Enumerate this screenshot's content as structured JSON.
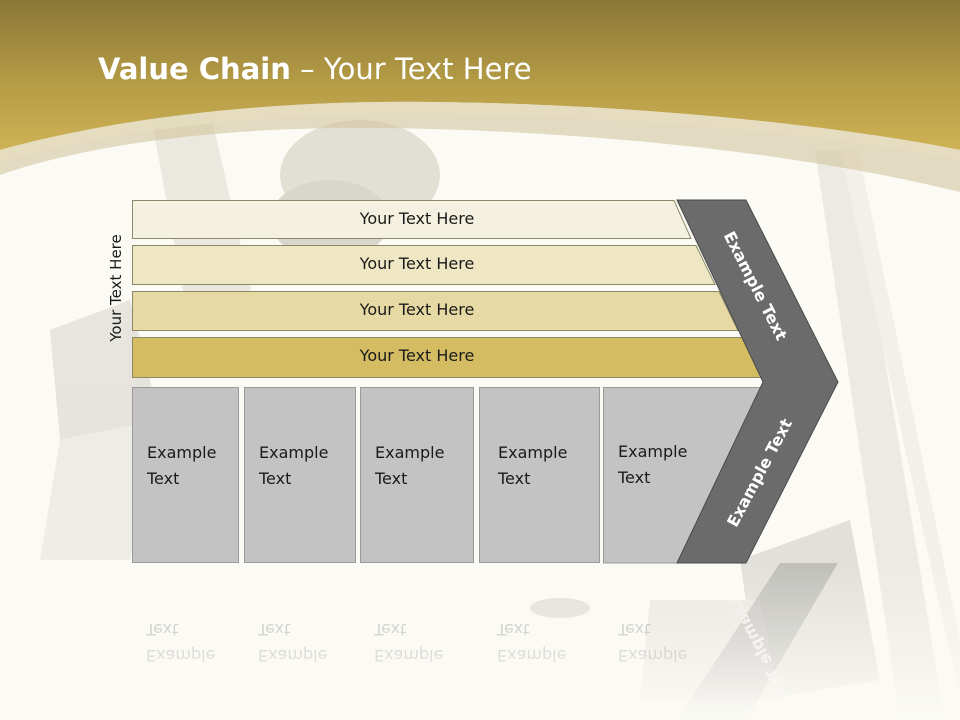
{
  "slide": {
    "title_bold": "Value Chain",
    "title_rest": " – Your Text Here",
    "side_label": "Your Text Here",
    "bands": [
      {
        "label": "Your Text Here",
        "color": "#f4f1e0"
      },
      {
        "label": "Your Text Here",
        "color": "#efe7c4"
      },
      {
        "label": "Your Text Here",
        "color": "#e6d9a3"
      },
      {
        "label": "Your Text Here",
        "color": "#d4bc62"
      }
    ],
    "columns": [
      {
        "line1": "Example",
        "line2": "Text"
      },
      {
        "line1": "Example",
        "line2": "Text"
      },
      {
        "line1": "Example",
        "line2": "Text"
      },
      {
        "line1": "Example",
        "line2": "Text"
      },
      {
        "line1": "Example",
        "line2": "Text"
      }
    ],
    "chevron_top_label": "Example Text",
    "chevron_bottom_label": "Example Text",
    "colors": {
      "header_gold": "#c8a94a",
      "header_dark": "#8b7738",
      "chevron": "#6b6b6b",
      "column_fill": "#c3c3c3",
      "background": "#fbfaf5"
    }
  }
}
